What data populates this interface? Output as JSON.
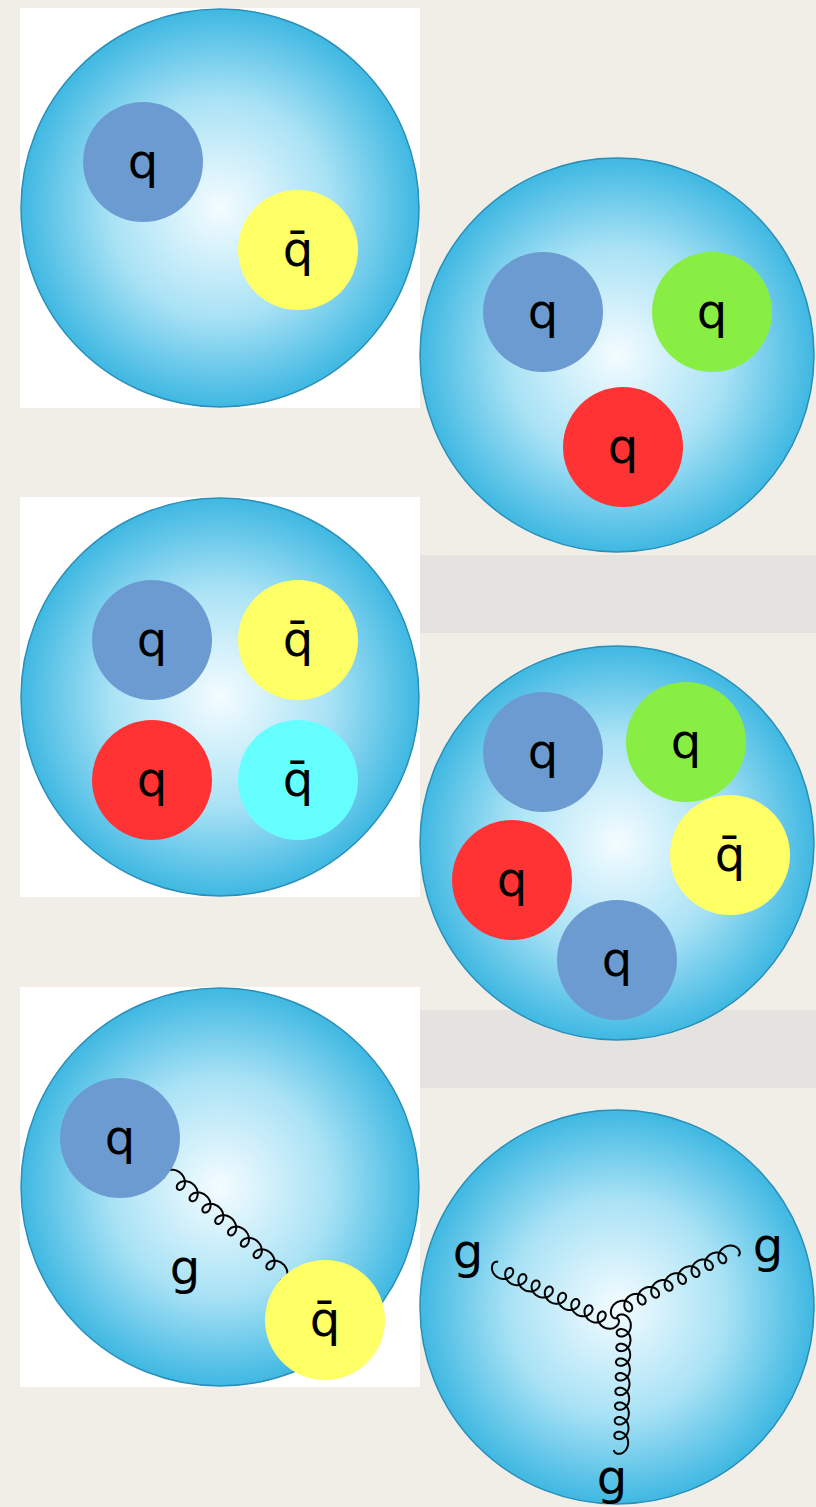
{
  "diagram": {
    "nodes": [
      {
        "text": [
          "q"
        ]
      },
      {
        "text": [
          "q̄"
        ]
      },
      {
        "text": [
          "q"
        ]
      },
      {
        "text": [
          "q"
        ]
      },
      {
        "text": [
          "q"
        ]
      },
      {
        "text": [
          "q"
        ]
      },
      {
        "text": [
          "q̄"
        ]
      },
      {
        "text": [
          "q"
        ]
      },
      {
        "text": [
          "q̄"
        ]
      },
      {
        "text": [
          "q"
        ]
      },
      {
        "text": [
          "q"
        ]
      },
      {
        "text": [
          "q"
        ]
      },
      {
        "text": [
          "q̄"
        ]
      },
      {
        "text": [
          "q"
        ]
      },
      {
        "text": [
          "q"
        ]
      },
      {
        "text": [
          "q̄"
        ]
      }
    ],
    "edges": [
      {
        "from": 14,
        "to": 15,
        "arrow": "none",
        "label": "g"
      }
    ],
    "labels": [
      "g",
      "g",
      "g"
    ]
  }
}
